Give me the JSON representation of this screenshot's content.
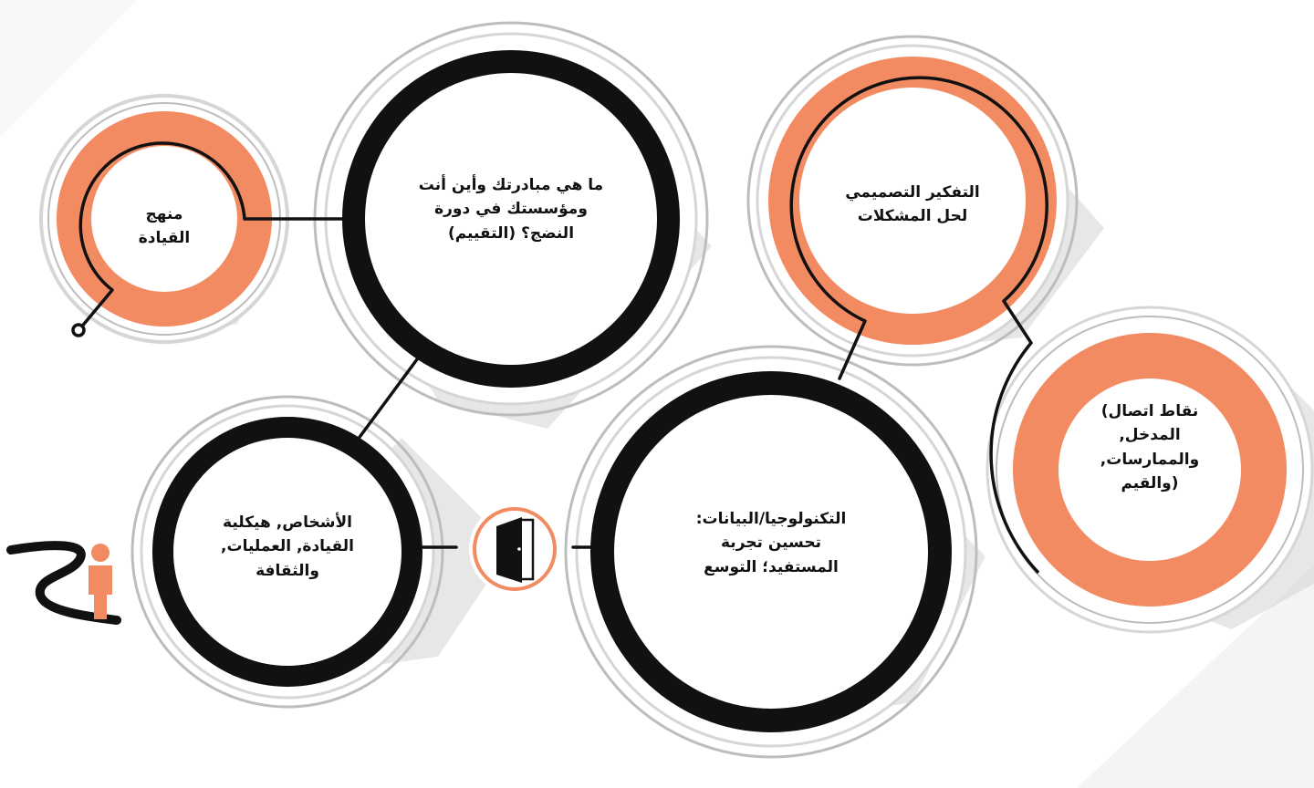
{
  "colors": {
    "accent": "#F28B62",
    "dark": "#111111",
    "ring_gray": "#BDBDBD",
    "shadow": "#D9D9D9"
  },
  "nodes": {
    "leadership_approach": {
      "lines": [
        "منهج",
        "القيادة"
      ]
    },
    "maturity_assessment": {
      "lines": [
        "ما هي مبادرتك وأين أنت",
        "ومؤسستك في دورة",
        "النضج؟ (التقييم)"
      ]
    },
    "design_thinking": {
      "lines": [
        "التفكير التصميمي",
        "لحل المشكلات"
      ]
    },
    "touch_points": {
      "lines": [
        "نقاط اتصال)",
        "المدخل,",
        "والممارسات,",
        "(والقيم"
      ]
    },
    "people_structure": {
      "lines": [
        "الأشخاص, هيكلية",
        "القيادة, العمليات,",
        "والثقافة"
      ]
    },
    "technology_data": {
      "lines": [
        "التكنولوجيا/البيانات:",
        "تحسين تجربة",
        "المستفيد؛ التوسع"
      ]
    }
  },
  "icons": {
    "door": "door-icon",
    "person": "person-icon",
    "path": "winding-path-icon"
  }
}
